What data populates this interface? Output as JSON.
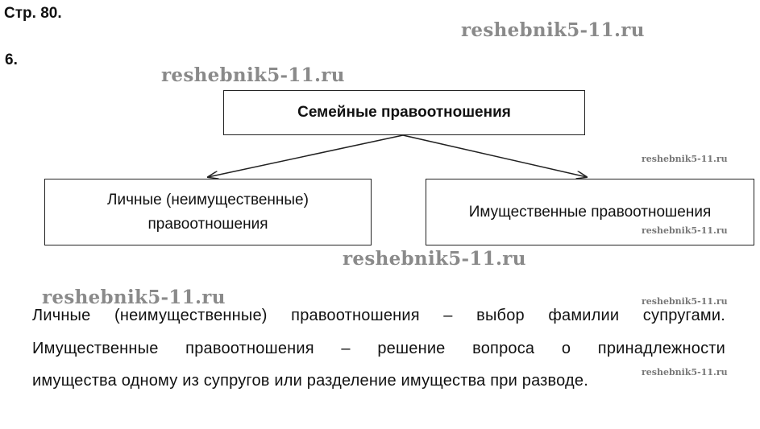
{
  "page_label": "Стр. 80.",
  "task_number": "6.",
  "watermark": "reshebnik5-11.ru",
  "diagram": {
    "root": "Семейные правоотношения",
    "left": [
      "Личные (неимущественные)",
      "правоотношения"
    ],
    "right": "Имущественные правоотношения"
  },
  "answer_lines": [
    "Личные (неимущественные) правоотношения – выбор фамилии супругами.",
    "Имущественные правоотношения – решение вопроса о принадлежности",
    "имущества одному из супругов или разделение имущества при разводе."
  ]
}
